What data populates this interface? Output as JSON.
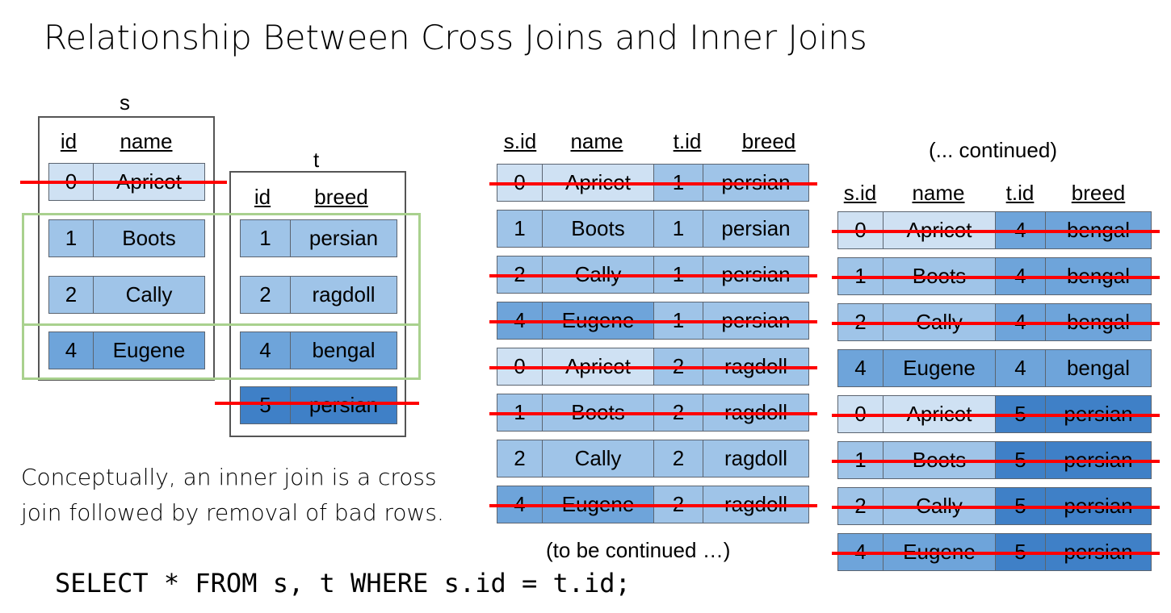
{
  "title": "Relationship Between Cross Joins and Inner Joins",
  "colors": {
    "light": "#cfe1f3",
    "mid": "#9fc4e8",
    "strong": "#6ea4da",
    "dark": "#3f80c7",
    "strike": "#ff0000",
    "match_box": "#a9d18e"
  },
  "table_s": {
    "label": "s",
    "headers": [
      "id",
      "name"
    ],
    "rows": [
      {
        "id": "0",
        "name": "Apricot",
        "removed": true
      },
      {
        "id": "1",
        "name": "Boots",
        "removed": false
      },
      {
        "id": "2",
        "name": "Cally",
        "removed": false
      },
      {
        "id": "4",
        "name": "Eugene",
        "removed": false
      }
    ]
  },
  "table_t": {
    "label": "t",
    "headers": [
      "id",
      "breed"
    ],
    "rows": [
      {
        "id": "1",
        "breed": "persian",
        "removed": false
      },
      {
        "id": "2",
        "breed": "ragdoll",
        "removed": false
      },
      {
        "id": "4",
        "breed": "bengal",
        "removed": false
      },
      {
        "id": "5",
        "breed": "persian",
        "removed": true
      }
    ]
  },
  "cross_headers": [
    "s.id",
    "name",
    "t.id",
    "breed"
  ],
  "cross_part1": [
    {
      "sid": "0",
      "name": "Apricot",
      "tid": "1",
      "breed": "persian",
      "removed": true
    },
    {
      "sid": "1",
      "name": "Boots",
      "tid": "1",
      "breed": "persian",
      "removed": false
    },
    {
      "sid": "2",
      "name": "Cally",
      "tid": "1",
      "breed": "persian",
      "removed": true
    },
    {
      "sid": "4",
      "name": "Eugene",
      "tid": "1",
      "breed": "persian",
      "removed": true
    },
    {
      "sid": "0",
      "name": "Apricot",
      "tid": "2",
      "breed": "ragdoll",
      "removed": true
    },
    {
      "sid": "1",
      "name": "Boots",
      "tid": "2",
      "breed": "ragdoll",
      "removed": true
    },
    {
      "sid": "2",
      "name": "Cally",
      "tid": "2",
      "breed": "ragdoll",
      "removed": false
    },
    {
      "sid": "4",
      "name": "Eugene",
      "tid": "2",
      "breed": "ragdoll",
      "removed": true
    }
  ],
  "continued_label": "(... continued)",
  "cross_part2": [
    {
      "sid": "0",
      "name": "Apricot",
      "tid": "4",
      "breed": "bengal",
      "removed": true
    },
    {
      "sid": "1",
      "name": "Boots",
      "tid": "4",
      "breed": "bengal",
      "removed": true
    },
    {
      "sid": "2",
      "name": "Cally",
      "tid": "4",
      "breed": "bengal",
      "removed": true
    },
    {
      "sid": "4",
      "name": "Eugene",
      "tid": "4",
      "breed": "bengal",
      "removed": false
    },
    {
      "sid": "0",
      "name": "Apricot",
      "tid": "5",
      "breed": "persian",
      "removed": true
    },
    {
      "sid": "1",
      "name": "Boots",
      "tid": "5",
      "breed": "persian",
      "removed": true
    },
    {
      "sid": "2",
      "name": "Cally",
      "tid": "5",
      "breed": "persian",
      "removed": true
    },
    {
      "sid": "4",
      "name": "Eugene",
      "tid": "5",
      "breed": "persian",
      "removed": true
    }
  ],
  "to_be_continued": "(to be continued …)",
  "caption_line1": "Conceptually, an inner join is a cross",
  "caption_line2": "join followed by removal of bad rows.",
  "sql": "SELECT * FROM s, t WHERE s.id = t.id;"
}
